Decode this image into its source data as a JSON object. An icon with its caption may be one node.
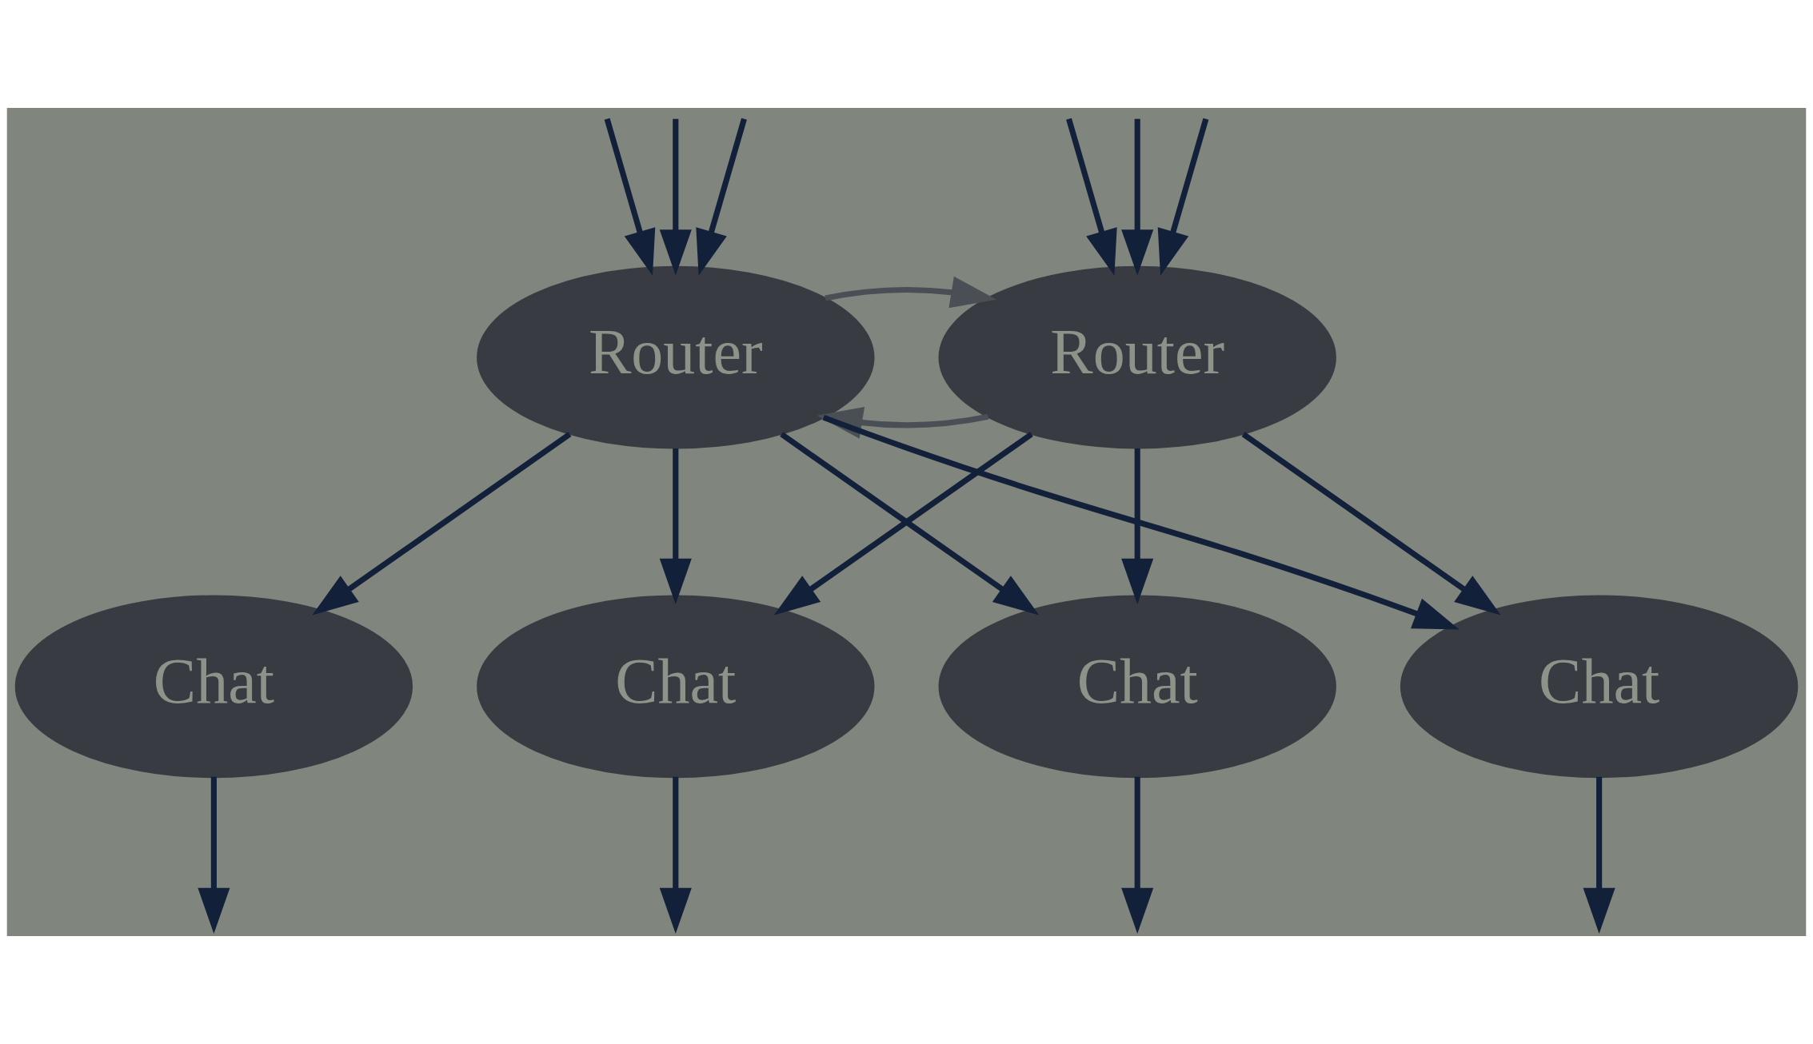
{
  "diagram": {
    "nodes": [
      {
        "text": [
          "Router"
        ]
      },
      {
        "text": [
          "Router"
        ]
      },
      {
        "text": [
          "Chat"
        ]
      },
      {
        "text": [
          "Chat"
        ]
      },
      {
        "text": [
          "Chat"
        ]
      },
      {
        "text": [
          "Chat"
        ]
      }
    ],
    "edges": [
      {
        "from": null,
        "to": 0,
        "arrow": "to"
      },
      {
        "from": null,
        "to": 0,
        "arrow": "to"
      },
      {
        "from": null,
        "to": 0,
        "arrow": "to"
      },
      {
        "from": null,
        "to": 1,
        "arrow": "to"
      },
      {
        "from": null,
        "to": 1,
        "arrow": "to"
      },
      {
        "from": null,
        "to": 1,
        "arrow": "to"
      },
      {
        "from": 0,
        "to": 1,
        "arrow": "to",
        "color": "#4a4f55"
      },
      {
        "from": 1,
        "to": 0,
        "arrow": "to",
        "color": "#4a4f55"
      },
      {
        "from": 0,
        "to": 2,
        "arrow": "to"
      },
      {
        "from": 0,
        "to": 3,
        "arrow": "to"
      },
      {
        "from": 0,
        "to": 4,
        "arrow": "to"
      },
      {
        "from": 1,
        "to": 2,
        "arrow": "to"
      },
      {
        "from": 1,
        "to": 3,
        "arrow": "to"
      },
      {
        "from": 1,
        "to": 4,
        "arrow": "to"
      },
      {
        "from": 1,
        "to": 5,
        "arrow": "to"
      },
      {
        "from": 2,
        "to": null,
        "arrow": "to"
      },
      {
        "from": 3,
        "to": null,
        "arrow": "to"
      },
      {
        "from": 4,
        "to": null,
        "arrow": "to"
      },
      {
        "from": 5,
        "to": null,
        "arrow": "to"
      }
    ]
  }
}
